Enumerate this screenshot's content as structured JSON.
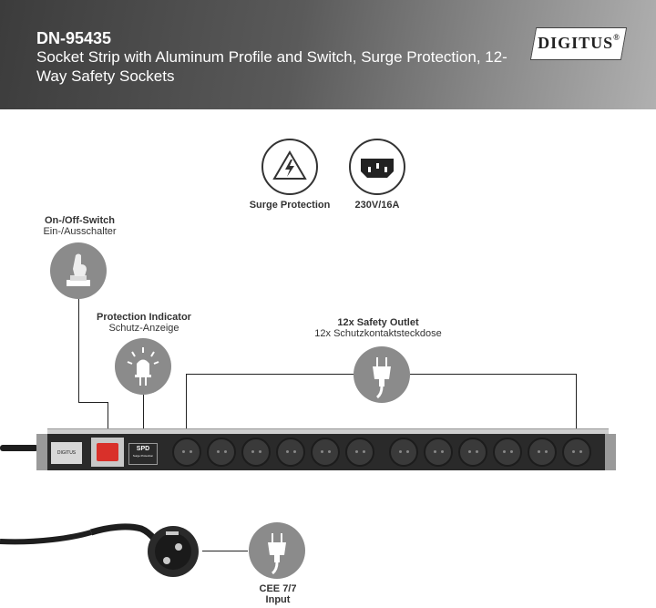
{
  "header": {
    "model": "DN-95435",
    "subtitle": "Socket Strip with Aluminum Profile and Switch, Surge Protection, 12-Way Safety Sockets",
    "logo": "DIGITUS",
    "logo_mark": "®"
  },
  "features": {
    "surge": {
      "label": "Surge Protection",
      "icon": "lightning-triangle-icon"
    },
    "power": {
      "label": "230V/16A",
      "icon": "iec-c14-inlet-icon"
    }
  },
  "switch": {
    "title": "On-/Off-Switch",
    "subtitle": "Ein-/Ausschalter",
    "icon": "finger-press-button-icon"
  },
  "indicator": {
    "title": "Protection Indicator",
    "subtitle": "Schutz-Anzeige",
    "icon": "led-light-icon"
  },
  "outlets": {
    "title": "12x Safety Outlet",
    "subtitle": "12x Schutzkontaktsteckdose",
    "icon": "schuko-plug-icon"
  },
  "strip": {
    "brand": "DIGITUS",
    "spd_title": "SPD",
    "spd_sub": "Surge Protection",
    "socket_count": 12
  },
  "input": {
    "title": "CEE 7/7",
    "subtitle": "Input",
    "icon": "schuko-plug-icon"
  },
  "colors": {
    "switch_red": "#d9302a",
    "strip_black": "#2a2a2a",
    "aluminum": "#c9c9c9",
    "icon_grey": "#8b8b8b"
  }
}
